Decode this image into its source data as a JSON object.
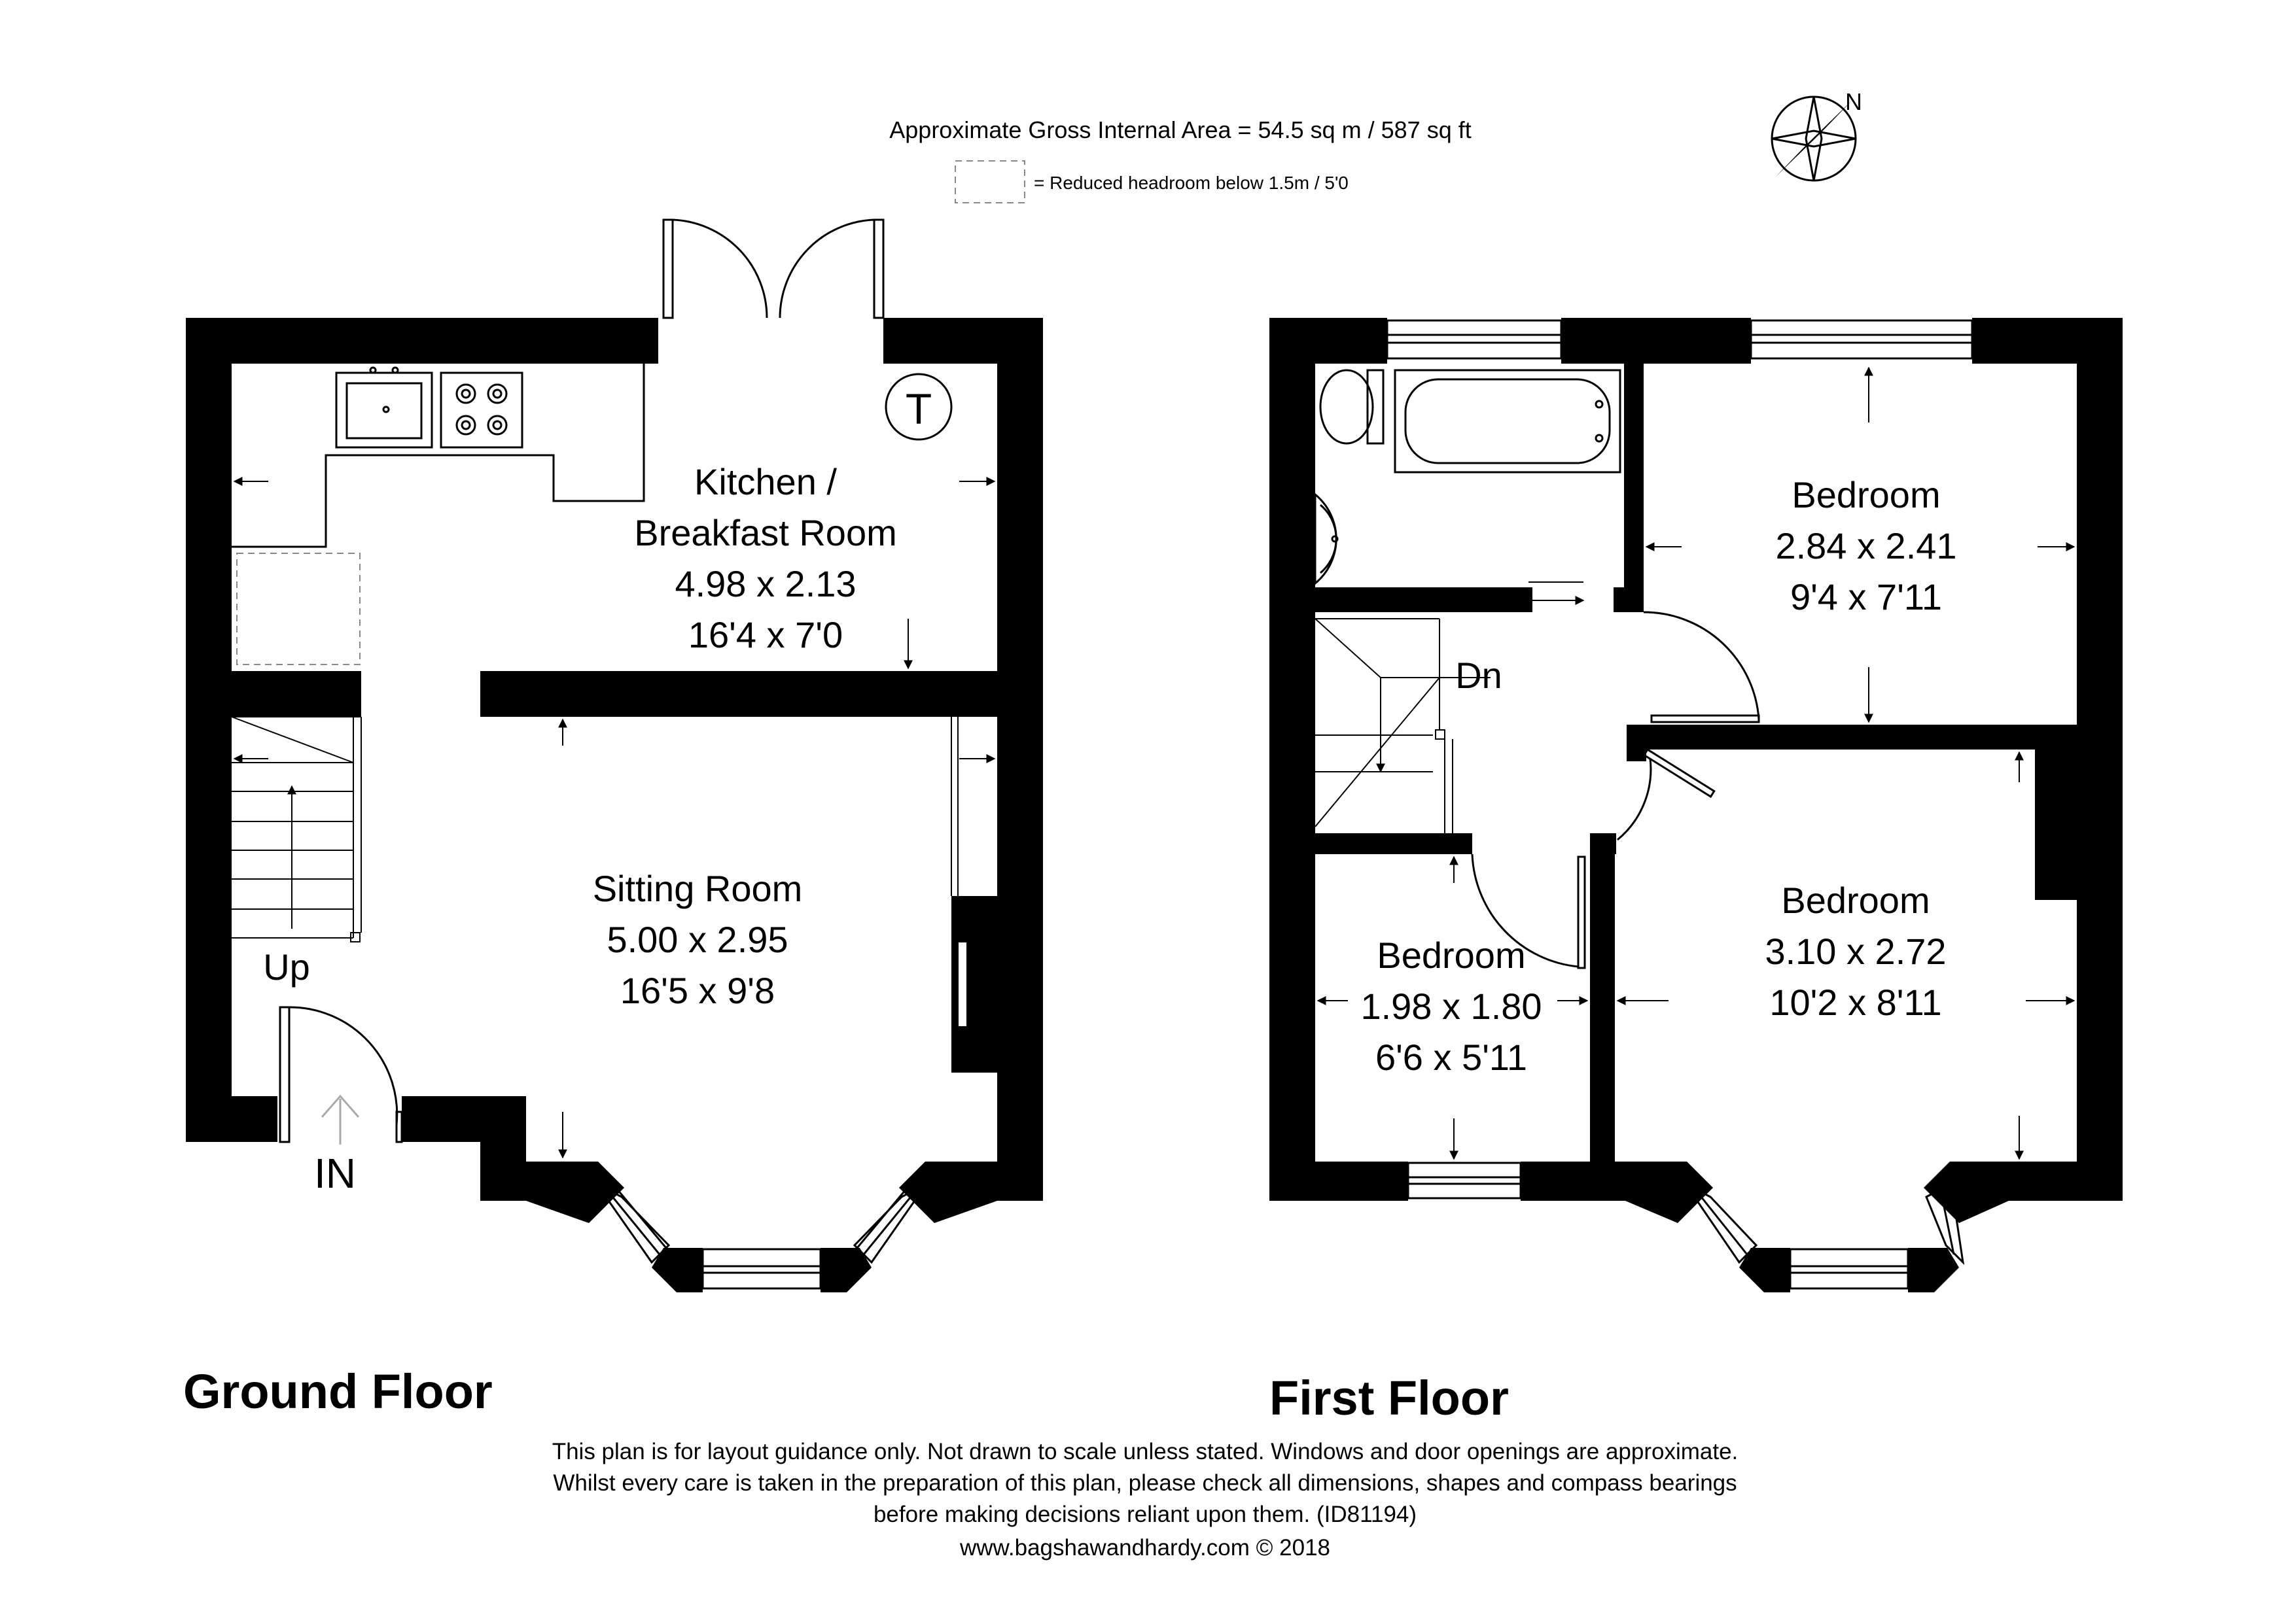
{
  "header": {
    "area_text": "Approximate Gross Internal Area = 54.5 sq m / 587 sq ft",
    "legend_text": "= Reduced headroom below 1.5m / 5'0",
    "compass_label": "N"
  },
  "ground_floor": {
    "title": "Ground Floor",
    "kitchen": {
      "name1": "Kitchen /",
      "name2": "Breakfast Room",
      "metric": "4.98 x 2.13",
      "imperial": "16'4 x 7'0"
    },
    "sitting": {
      "name": "Sitting Room",
      "metric": "5.00 x 2.95",
      "imperial": "16'5 x 9'8"
    },
    "stair_label": "Up",
    "entrance_label": "IN",
    "tank_label": "T"
  },
  "first_floor": {
    "title": "First Floor",
    "bedroom_rear": {
      "name": "Bedroom",
      "metric": "2.84 x 2.41",
      "imperial": "9'4 x 7'11"
    },
    "bedroom_front_large": {
      "name": "Bedroom",
      "metric": "3.10 x 2.72",
      "imperial": "10'2 x 8'11"
    },
    "bedroom_small": {
      "name": "Bedroom",
      "metric": "1.98 x 1.80",
      "imperial": "6'6 x 5'11"
    },
    "stair_label": "Dn"
  },
  "footer": {
    "line1": "This plan is for layout guidance only. Not drawn to scale unless stated. Windows and door openings are approximate.",
    "line2": "Whilst every care is taken in the preparation of this plan, please check all dimensions, shapes and compass bearings",
    "line3": "before making decisions reliant upon them. (ID81194)",
    "website": "www.bagshawandhardy.com © 2018"
  }
}
